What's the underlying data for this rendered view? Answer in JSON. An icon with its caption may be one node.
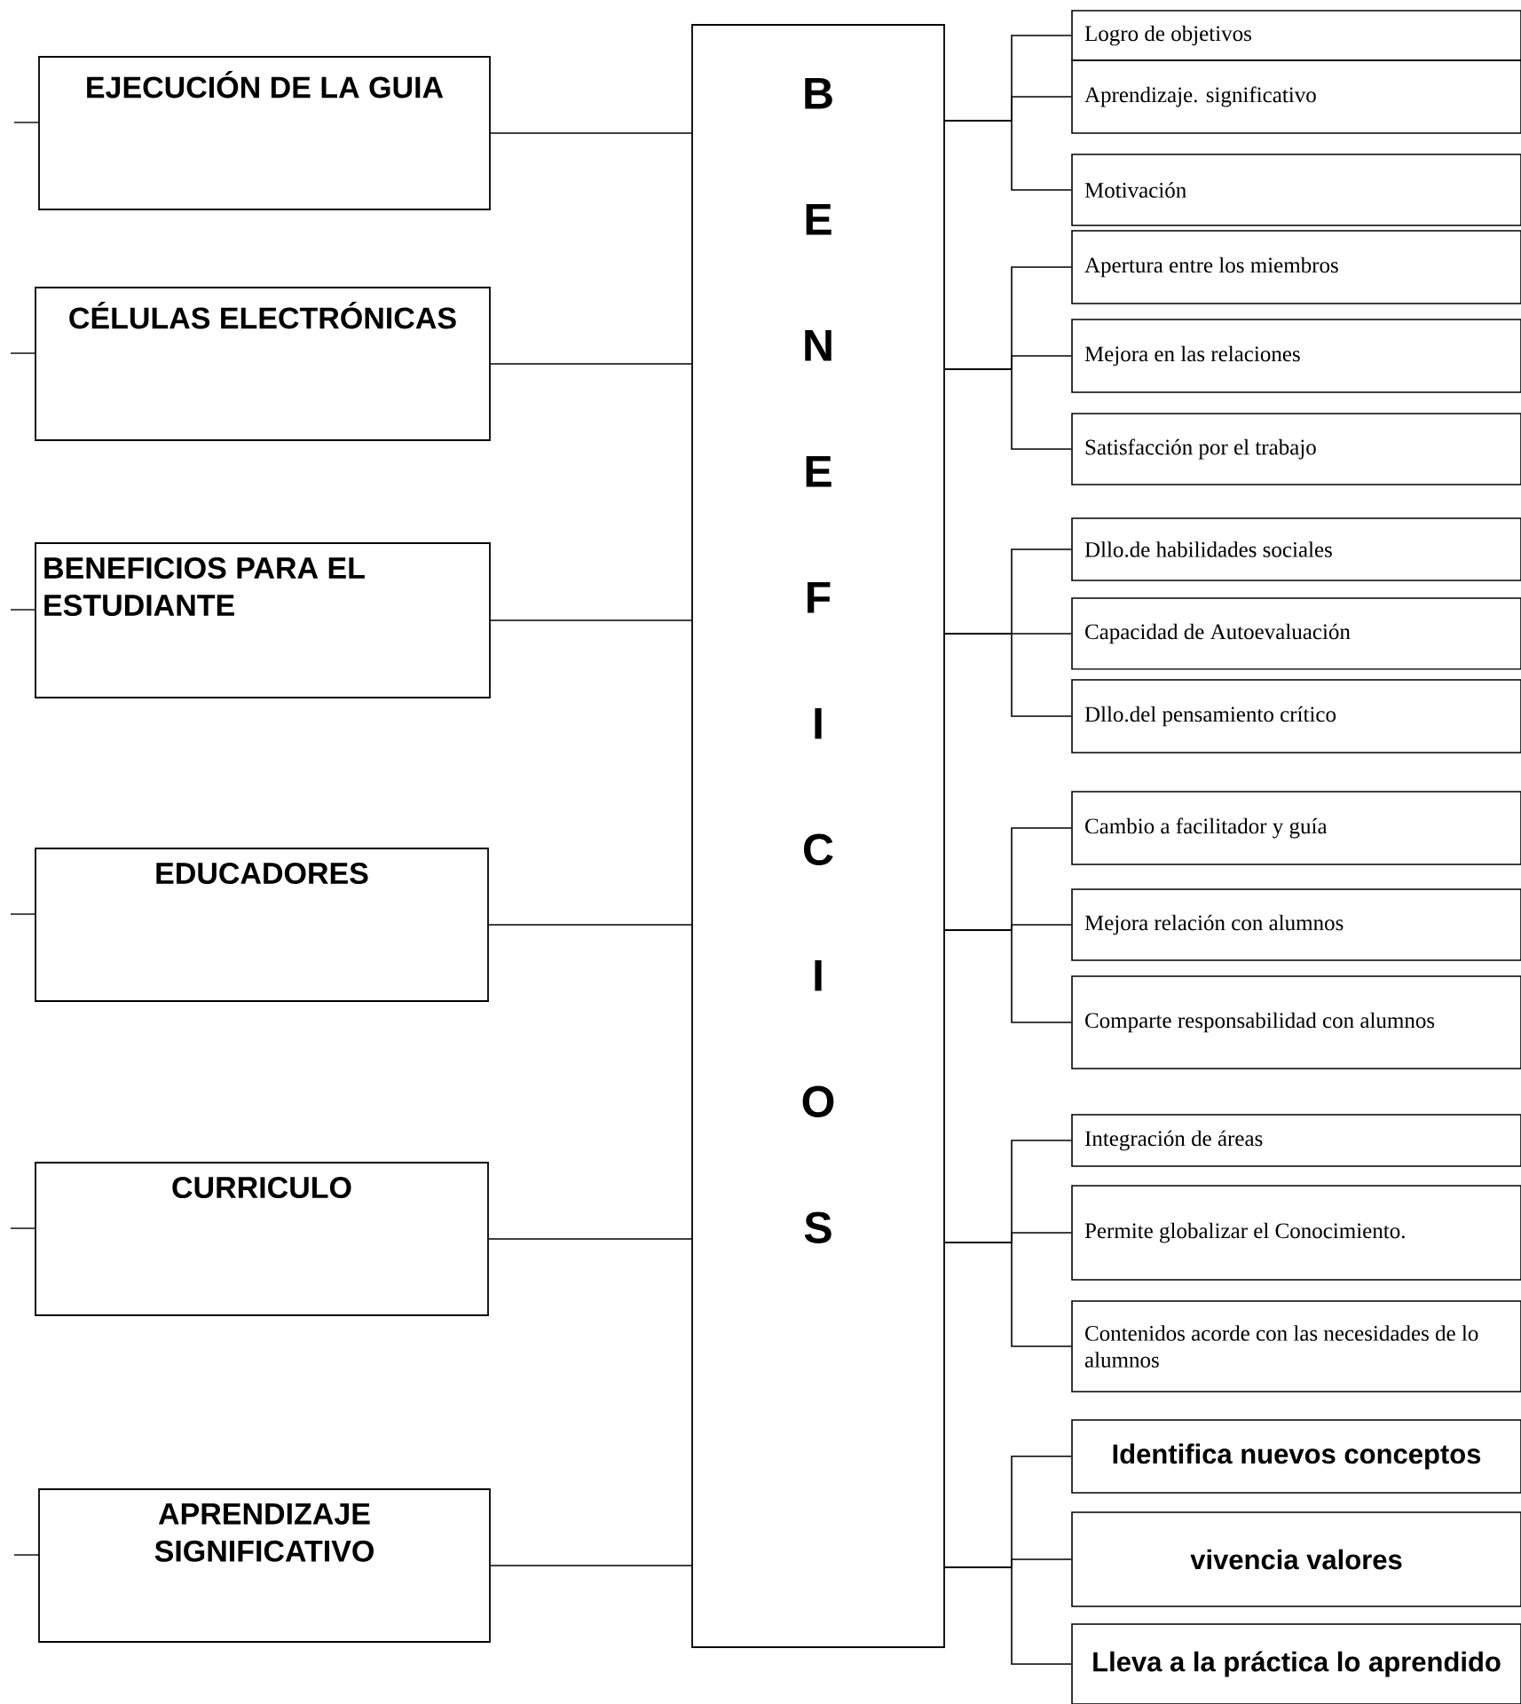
{
  "diagram": {
    "nodes": [
      {
        "text": [
          "EJECUCIÓN DE LA GUIA"
        ]
      },
      {
        "text": [
          "CÉLULAS ELECTRÓNICAS"
        ]
      },
      {
        "text": [
          "BENEFICIOS PARA EL ESTUDIANTE"
        ]
      },
      {
        "text": [
          "EDUCADORES"
        ]
      },
      {
        "text": [
          "CURRICULO"
        ]
      },
      {
        "text": [
          "APRENDIZAJE SIGNIFICATIVO"
        ]
      },
      {
        "text": [
          "B E N E F I C I O S"
        ]
      },
      {
        "text": [
          "Logro de objetivos"
        ]
      },
      {
        "text": [
          "Aprendizaje. significativo"
        ]
      },
      {
        "text": [
          "Motivación"
        ]
      },
      {
        "text": [
          "Apertura entre los miembros"
        ]
      },
      {
        "text": [
          "Mejora en las relaciones"
        ]
      },
      {
        "text": [
          "Satisfacción por el trabajo"
        ]
      },
      {
        "text": [
          "Dllo.de habilidades sociales"
        ]
      },
      {
        "text": [
          "Capacidad de Autoevaluación"
        ]
      },
      {
        "text": [
          "Dllo.del pensamiento crítico"
        ]
      },
      {
        "text": [
          "Cambio a facilitador y guía"
        ]
      },
      {
        "text": [
          "Mejora relación con alumnos"
        ]
      },
      {
        "text": [
          "Comparte responsabilidad con alumnos"
        ]
      },
      {
        "text": [
          "Integración de áreas"
        ]
      },
      {
        "text": [
          "Permite globalizar el Conocimiento."
        ]
      },
      {
        "text": [
          "Contenidos acorde con las necesidades de lo alumnos"
        ]
      },
      {
        "text": [
          "Identifica nuevos conceptos"
        ]
      },
      {
        "text": [
          "vivencia valores"
        ]
      },
      {
        "text": [
          "Lleva a la práctica lo aprendido"
        ]
      }
    ],
    "edges": [
      {
        "from": 0,
        "to": 6,
        "arrow": "none"
      },
      {
        "from": 1,
        "to": 6,
        "arrow": "none"
      },
      {
        "from": 2,
        "to": 6,
        "arrow": "none"
      },
      {
        "from": 3,
        "to": 6,
        "arrow": "none"
      },
      {
        "from": 4,
        "to": 6,
        "arrow": "none"
      },
      {
        "from": 5,
        "to": 6,
        "arrow": "none"
      },
      {
        "from": 6,
        "to": 7,
        "arrow": "none"
      },
      {
        "from": 6,
        "to": 8,
        "arrow": "none"
      },
      {
        "from": 6,
        "to": 9,
        "arrow": "none"
      },
      {
        "from": 6,
        "to": 10,
        "arrow": "none"
      },
      {
        "from": 6,
        "to": 11,
        "arrow": "none"
      },
      {
        "from": 6,
        "to": 12,
        "arrow": "none"
      },
      {
        "from": 6,
        "to": 13,
        "arrow": "none"
      },
      {
        "from": 6,
        "to": 14,
        "arrow": "none"
      },
      {
        "from": 6,
        "to": 15,
        "arrow": "none"
      },
      {
        "from": 6,
        "to": 16,
        "arrow": "none"
      },
      {
        "from": 6,
        "to": 17,
        "arrow": "none"
      },
      {
        "from": 6,
        "to": 18,
        "arrow": "none"
      },
      {
        "from": 6,
        "to": 19,
        "arrow": "none"
      },
      {
        "from": 6,
        "to": 20,
        "arrow": "none"
      },
      {
        "from": 6,
        "to": 21,
        "arrow": "none"
      },
      {
        "from": 6,
        "to": 22,
        "arrow": "none"
      },
      {
        "from": 6,
        "to": 23,
        "arrow": "none"
      },
      {
        "from": 6,
        "to": 24,
        "arrow": "none"
      }
    ]
  }
}
